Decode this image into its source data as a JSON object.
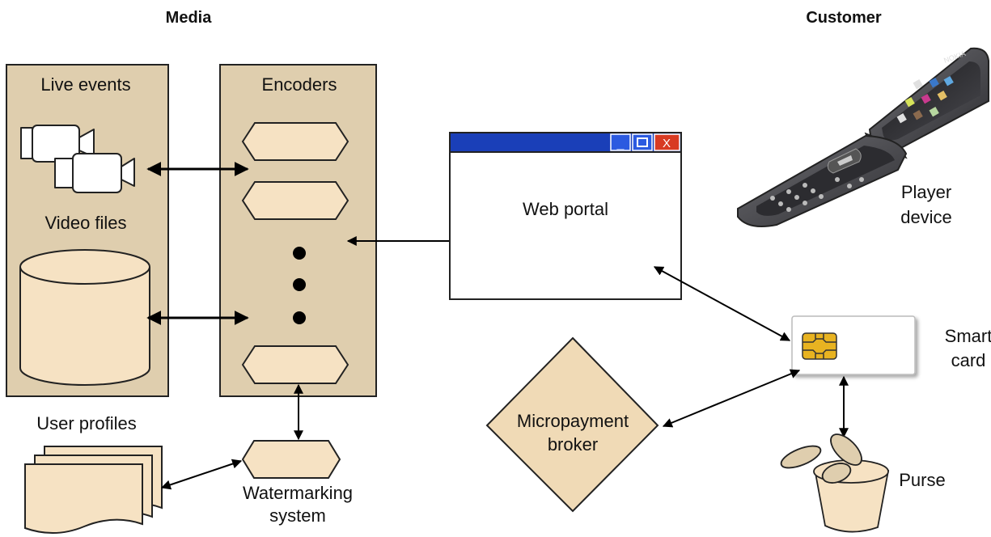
{
  "headings": {
    "media": "Media",
    "customer": "Customer"
  },
  "panels": {
    "media": {
      "live_events": "Live events",
      "video_files": "Video files"
    },
    "encoders": {
      "title": "Encoders"
    }
  },
  "user_profiles": "User profiles",
  "watermarking": {
    "line1": "Watermarking",
    "line2": "system"
  },
  "web_portal": {
    "label": "Web portal",
    "minimize_glyph": "_",
    "maximize_glyph": "□",
    "close_glyph": "X"
  },
  "micropayment": {
    "line1": "Micropayment",
    "line2": "broker"
  },
  "player_device": {
    "line1": "Player",
    "line2": "device",
    "brand": "NOKIA"
  },
  "smart_card": {
    "line1": "Smart",
    "line2": "card"
  },
  "purse": "Purse",
  "colors": {
    "panel_fill": "#dfceae",
    "hexagon_fill": "#f6e2c3",
    "diamond_fill": "#f0dab6",
    "titlebar_blue": "#1a3fb8",
    "close_red": "#d83a22",
    "chip_gold": "#e8b321"
  }
}
